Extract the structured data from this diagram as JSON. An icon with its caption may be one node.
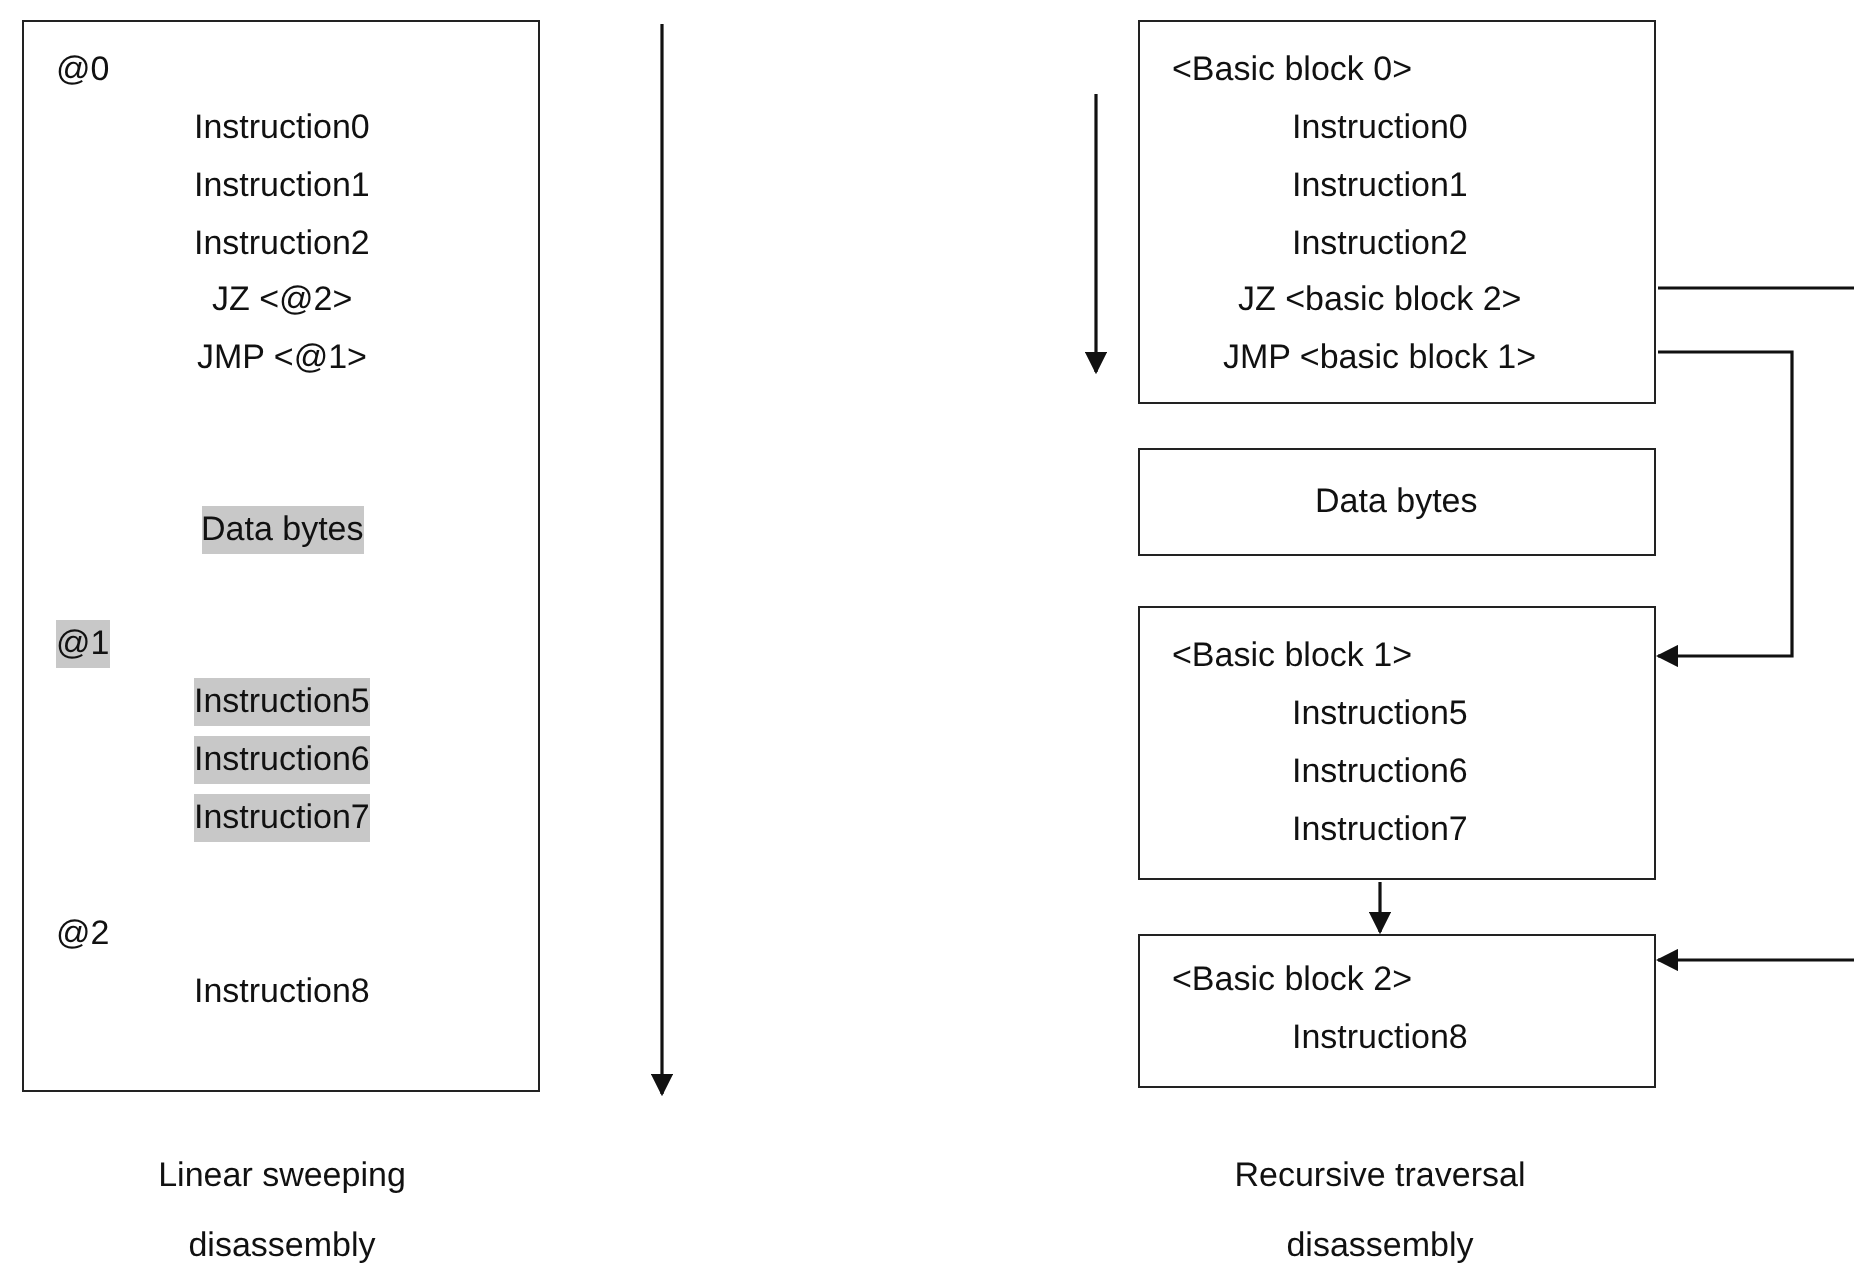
{
  "diagram": {
    "nodes": [
      {
        "text": [
          "@0",
          "Instruction0",
          "Instruction1",
          "Instruction2",
          "JZ <@2>",
          "JMP <@1>",
          "Data bytes",
          "@1",
          "Instruction5",
          "Instruction6",
          "Instruction7",
          "@2",
          "Instruction8"
        ]
      },
      {
        "text": [
          "<Basic block 0>",
          "Instruction0",
          "Instruction1",
          "Instruction2",
          "JZ <basic block 2>",
          "JMP <basic block 1>"
        ]
      },
      {
        "text": [
          "Data bytes"
        ]
      },
      {
        "text": [
          "<Basic block 1>",
          "Instruction5",
          "Instruction6",
          "Instruction7"
        ]
      },
      {
        "text": [
          "<Basic block 2>",
          "Instruction8"
        ]
      }
    ],
    "edges": [
      {
        "from": 1,
        "to": null,
        "arrow": "none"
      },
      {
        "from": 1,
        "to": 3,
        "arrow": "to"
      },
      {
        "from": 3,
        "to": 4,
        "arrow": "to"
      },
      {
        "from": null,
        "to": 4,
        "arrow": "to"
      }
    ],
    "labels": [
      "Linear sweeping disassembly",
      "Recursive traversal disassembly"
    ]
  }
}
